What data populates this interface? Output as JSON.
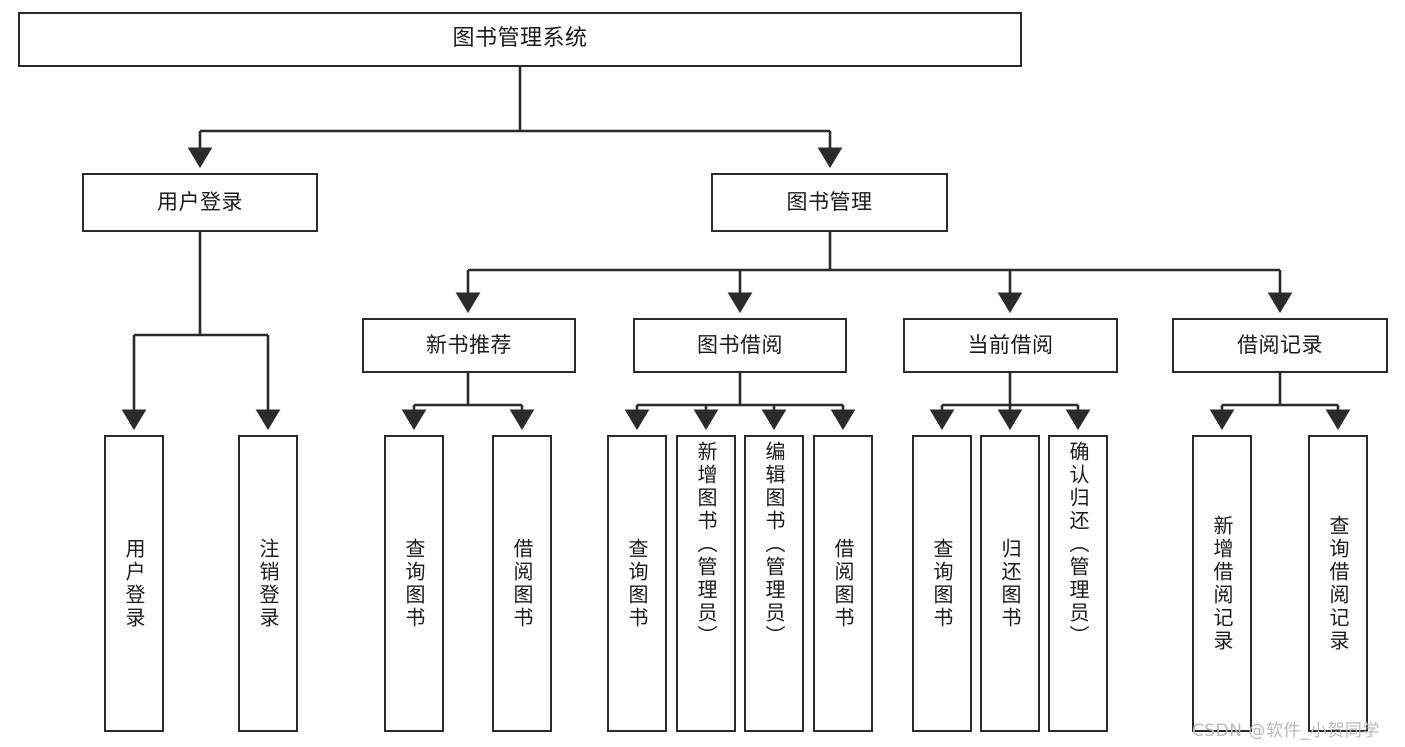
{
  "diagram": {
    "type": "tree-hierarchy",
    "title": "图书管理系统",
    "orientation": "top-down",
    "colors": {
      "stroke": "#2b2b2b",
      "fill": "#ffffff",
      "text": "#1a1a1a",
      "watermark": "#b9b9b9"
    }
  },
  "nodes": {
    "root": {
      "label": "图书管理系统"
    },
    "level2": [
      {
        "id": "user-login",
        "label": "用户登录"
      },
      {
        "id": "book-management",
        "label": "图书管理"
      }
    ],
    "level3": [
      {
        "id": "new-book-recommend",
        "label": "新书推荐"
      },
      {
        "id": "book-borrow",
        "label": "图书借阅"
      },
      {
        "id": "current-borrow",
        "label": "当前借阅"
      },
      {
        "id": "borrow-record",
        "label": "借阅记录"
      }
    ],
    "leaves": {
      "user-login": [
        {
          "id": "leaf-user-login",
          "label": "用户登录"
        },
        {
          "id": "leaf-user-logout",
          "label": "注销登录"
        }
      ],
      "new-book-recommend": [
        {
          "id": "leaf-query-book-1",
          "label": "查询图书"
        },
        {
          "id": "leaf-borrow-book-1",
          "label": "借阅图书"
        }
      ],
      "book-borrow": [
        {
          "id": "leaf-query-book-2",
          "label": "查询图书"
        },
        {
          "id": "leaf-add-book",
          "label": "新增图书（管理员）"
        },
        {
          "id": "leaf-edit-book",
          "label": "编辑图书（管理员）"
        },
        {
          "id": "leaf-borrow-book-2",
          "label": "借阅图书"
        }
      ],
      "current-borrow": [
        {
          "id": "leaf-query-book-3",
          "label": "查询图书"
        },
        {
          "id": "leaf-return-book",
          "label": "归还图书"
        },
        {
          "id": "leaf-confirm-return",
          "label": "确认归还（管理员）"
        }
      ],
      "borrow-record": [
        {
          "id": "leaf-add-record",
          "label": "新增借阅记录"
        },
        {
          "id": "leaf-query-record",
          "label": "查询借阅记录"
        }
      ]
    }
  },
  "watermark": {
    "text": "CSDN @软件_小贺同学"
  }
}
